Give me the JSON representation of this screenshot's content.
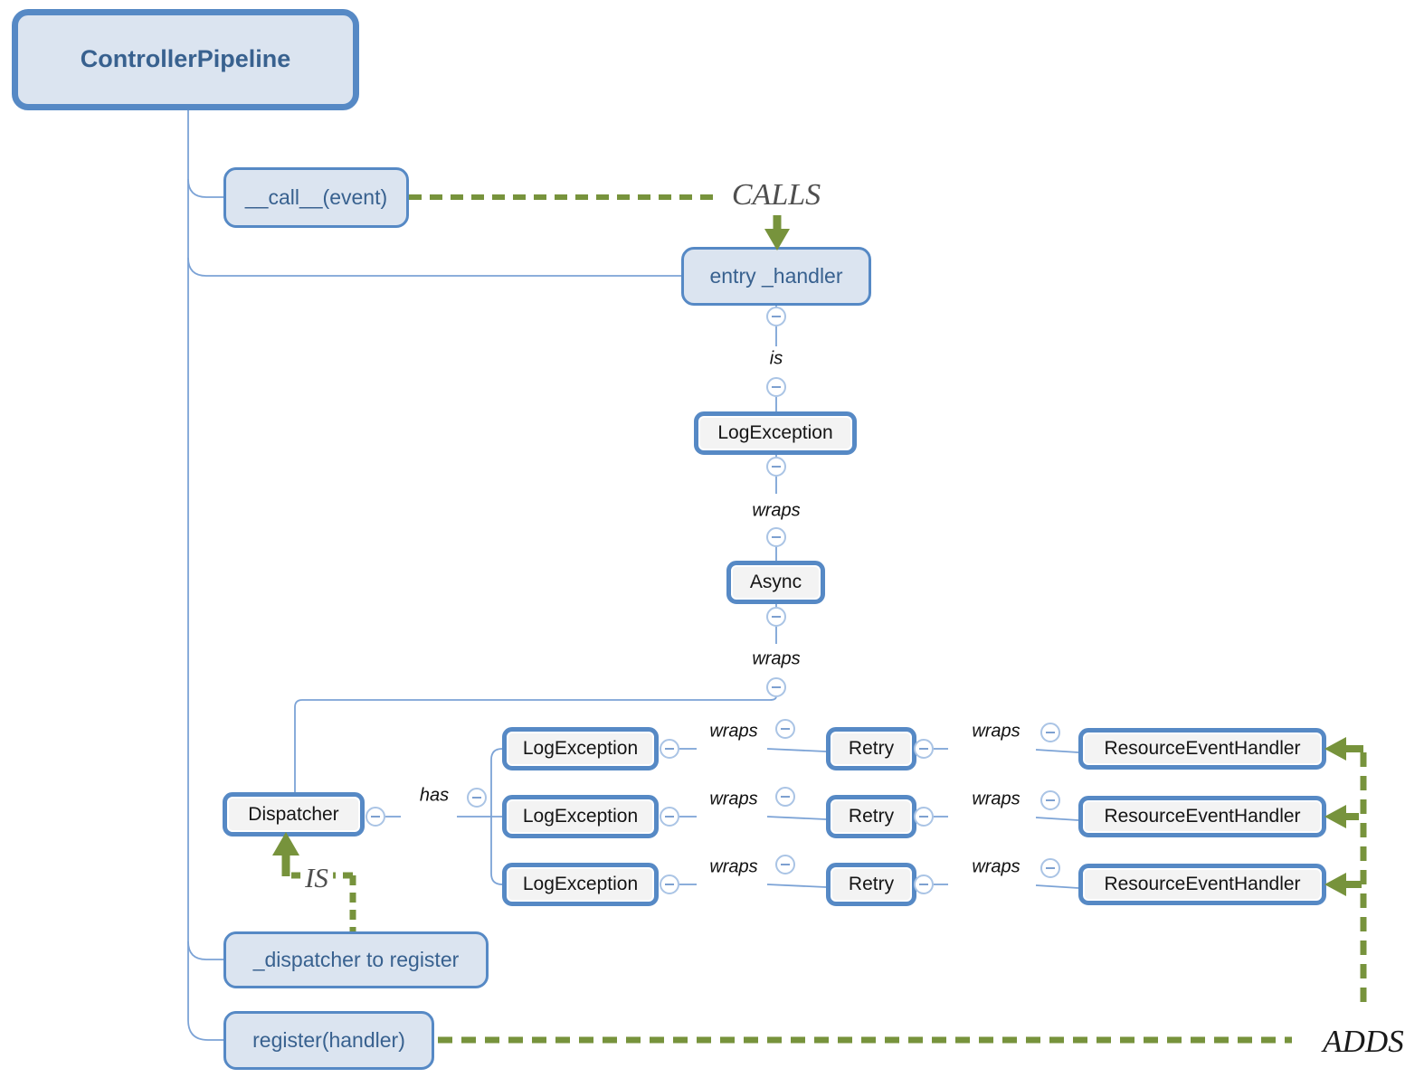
{
  "diagram": {
    "root_label": "ControllerPipeline",
    "methods": {
      "call": "__call__(event)",
      "register": "register(handler)"
    },
    "attributes": {
      "entry_handler": "entry _handler",
      "dispatcher_to_register": "_dispatcher to register"
    },
    "handlers": {
      "log_exception": "LogException",
      "async": "Async",
      "dispatcher": "Dispatcher"
    },
    "relations": {
      "calls": "CALLS",
      "is_upper": "IS",
      "adds": "ADDS",
      "is": "is",
      "wraps": "wraps",
      "has": "has"
    },
    "pipeline_rows": [
      {
        "log_exception": "LogException",
        "wraps_retry": "wraps",
        "retry": "Retry",
        "wraps_handler": "wraps",
        "handler": "ResourceEventHandler"
      },
      {
        "log_exception": "LogException",
        "wraps_retry": "wraps",
        "retry": "Retry",
        "wraps_handler": "wraps",
        "handler": "ResourceEventHandler"
      },
      {
        "log_exception": "LogException",
        "wraps_retry": "wraps",
        "retry": "Retry",
        "wraps_handler": "wraps",
        "handler": "ResourceEventHandler"
      }
    ],
    "colors": {
      "node_border_blue": "#5689c5",
      "node_fill_blue": "#dbe4f0",
      "node_fill_gray": "#f3f3f3",
      "node_text_blue": "#38618f",
      "connector_blue": "#7ca3d6",
      "relation_green": "#77933c",
      "verb_label_gray": "#4f4f4f"
    }
  }
}
